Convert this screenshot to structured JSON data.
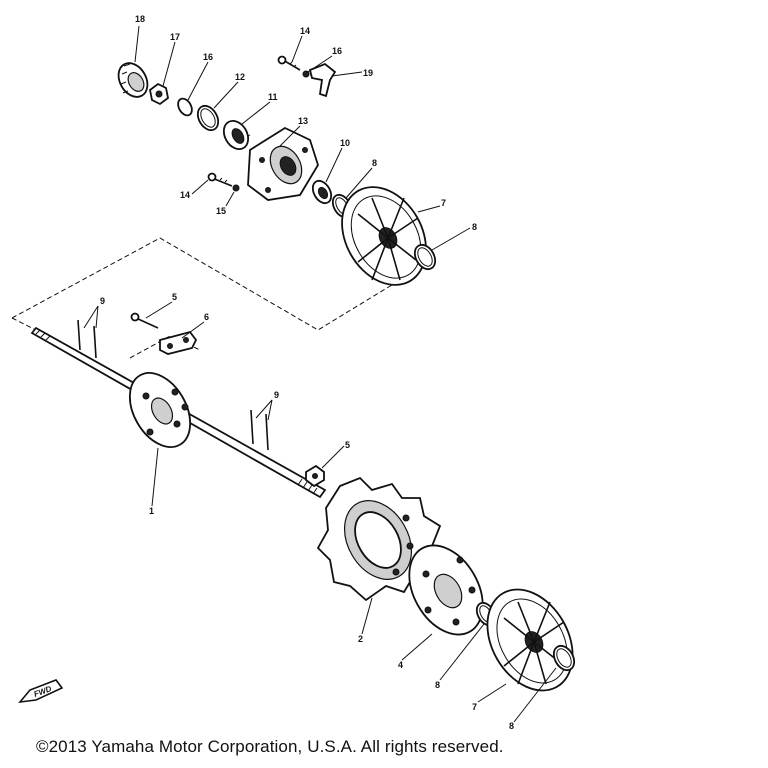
{
  "diagram": {
    "callouts": {
      "c18": "18",
      "c17": "17",
      "c16a": "16",
      "c12": "12",
      "c11": "11",
      "c13": "13",
      "c14a": "14",
      "c16b": "16",
      "c19": "19",
      "c10": "10",
      "c8a": "8",
      "c7a": "7",
      "c8b": "8",
      "c14b": "14",
      "c15": "15",
      "c9a": "9",
      "c5a": "5",
      "c6": "6",
      "c9b": "9",
      "c5b": "5",
      "c1": "1",
      "c2": "2",
      "c4": "4",
      "c8c": "8",
      "c7b": "7",
      "c8d": "8"
    },
    "fwd_label": "FWD"
  },
  "footer": {
    "copyright": "©2013 Yamaha Motor Corporation, U.S.A. All rights reserved."
  }
}
